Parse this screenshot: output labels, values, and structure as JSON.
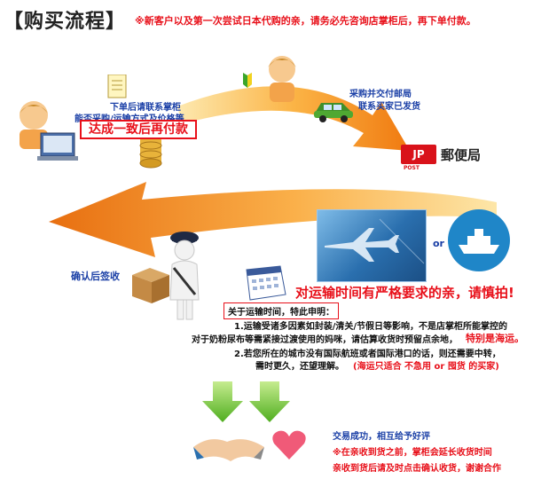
{
  "header": {
    "title": "【购买流程】",
    "notice": "※新客户以及第一次尝试日本代购的亲，请务必先咨询店掌柜后，再下单付款。"
  },
  "step1": {
    "line1": "下单后请联系掌柜",
    "line2": "能否采购/运输方式及价格等",
    "agree": "达成一致后再付款"
  },
  "step2": {
    "line1": "采购并交付邮局",
    "line2": "联系买家已发货"
  },
  "post": {
    "logo": "JP",
    "logo_sub": "POST",
    "name": "郵便局"
  },
  "receive": {
    "label": "确认后签收"
  },
  "transport": {
    "or": "or",
    "requirement": "对运输时间有严格要求的亲，请慎拍!",
    "special_title": "关于运输时间，特此申明：",
    "note1a": "1.运输受诸多因素如封装/清关/节假日等影响，不是店掌柜所能掌控的",
    "note1b": "对于奶粉尿布等需紧接过渡使用的妈咪，请估算收货时预留点余地，",
    "note1c": "特别是海运。",
    "note2a": "2.若您所在的城市没有国际航班或者国际港口的话，则还需要中转，",
    "note2b": "需时更久，还望理解。",
    "note2c": "(海运只适合 不急用 or 囤货 的买家)"
  },
  "finish": {
    "line1": "交易成功，相互给予好评",
    "line2": "※在亲收到货之前，掌柜会延长收货时间",
    "line3": "亲收到货后请及时点击确认收货，谢谢合作"
  }
}
